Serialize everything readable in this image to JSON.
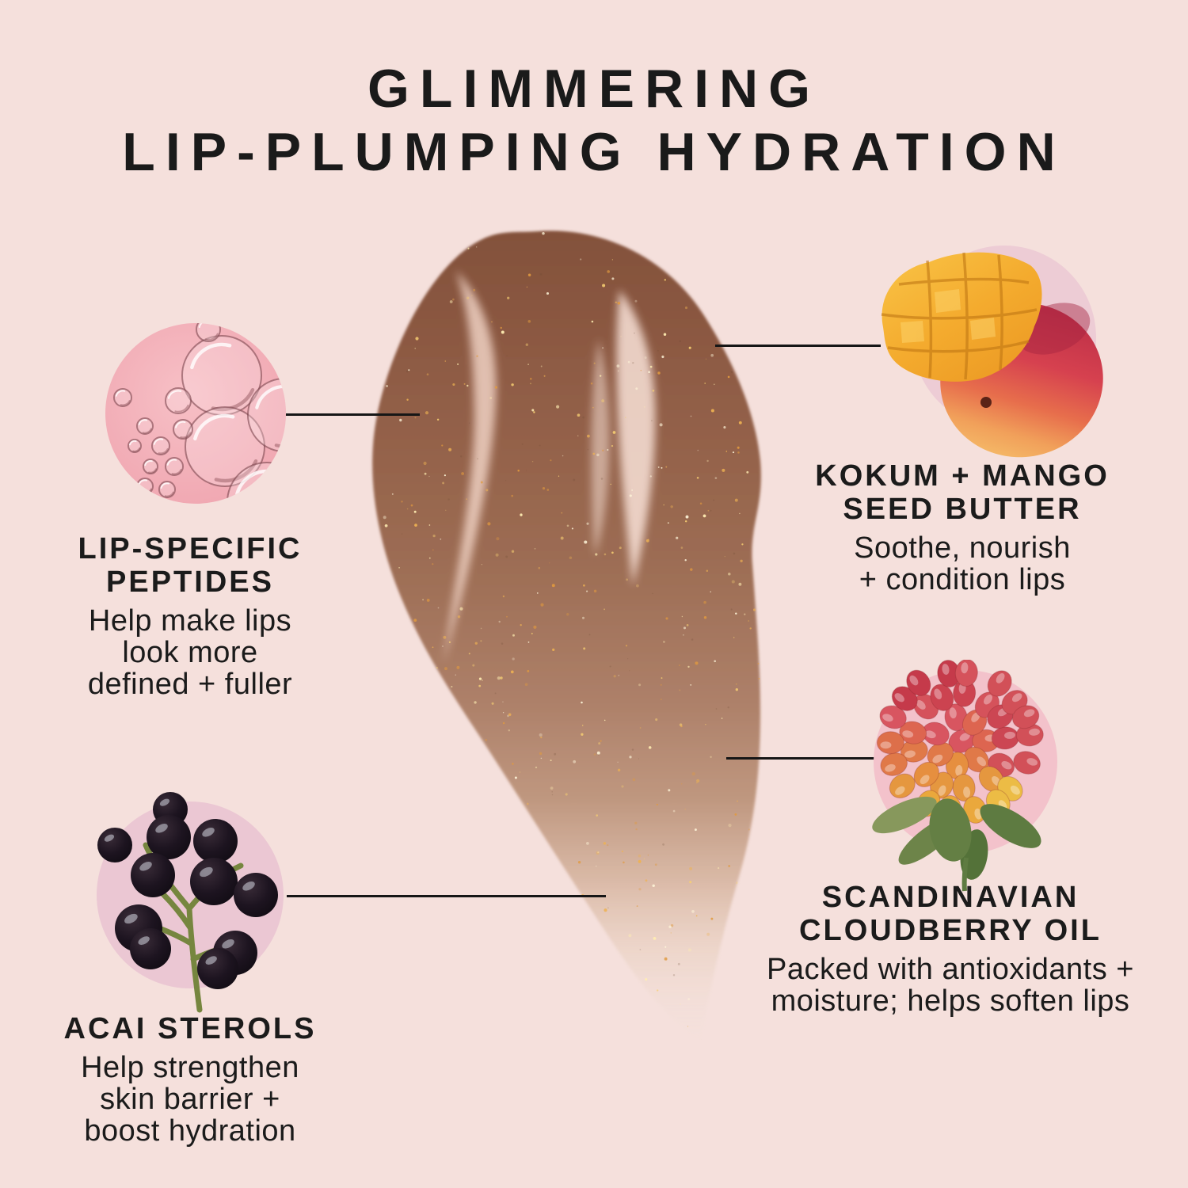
{
  "title": "GLIMMERING\nLIP-PLUMPING HYDRATION",
  "callouts": {
    "peptides": {
      "heading": "LIP-SPECIFIC\nPEPTIDES",
      "body": "Help make lips\nlook more\ndefined + fuller",
      "image": "oil-bubbles"
    },
    "kokum_mango": {
      "heading": "KOKUM + MANGO\nSEED BUTTER",
      "body": "Soothe, nourish\n+ condition lips",
      "image": "mango"
    },
    "cloudberry": {
      "heading": "SCANDINAVIAN\nCLOUDBERRY OIL",
      "body": "Packed with antioxidants +\nmoisture; helps soften lips",
      "image": "cloudberry"
    },
    "acai": {
      "heading": "ACAI STEROLS",
      "body": "Help strengthen\nskin barrier +\nboost hydration",
      "image": "acai-berries"
    }
  },
  "colors": {
    "background": "#f5e0dc",
    "text": "#1a1a1a",
    "connector": "#161616",
    "swatch_brown": "#8f5c45",
    "swatch_fade": "#ecd5ca",
    "glitter_gold": "#f0c063",
    "circle_pink_mango": "#edccd5",
    "circle_pink_acai": "#ebc7d3",
    "circle_pink_cloudberry": "#f3c2cb",
    "bubble_circle_pink": "#f1acb6",
    "mango_yellow": "#f5b33a",
    "mango_red": "#c9304a",
    "acai_berry_dark": "#1c1420",
    "cloudberry_red": "#d44f57",
    "cloudberry_orange": "#e8923f",
    "leaf_green": "#6d8449"
  }
}
